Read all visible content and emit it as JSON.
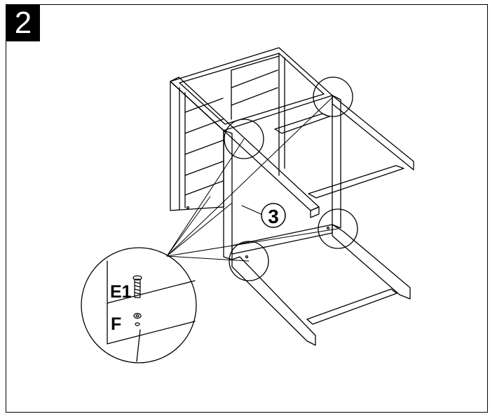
{
  "step_number": "2",
  "callout_part_number": "3",
  "detail": {
    "screw_label": "E1",
    "washer_label": "F"
  },
  "colors": {
    "ink": "#000000",
    "paper": "#ffffff",
    "badge_bg": "#000000",
    "badge_text": "#ffffff"
  }
}
